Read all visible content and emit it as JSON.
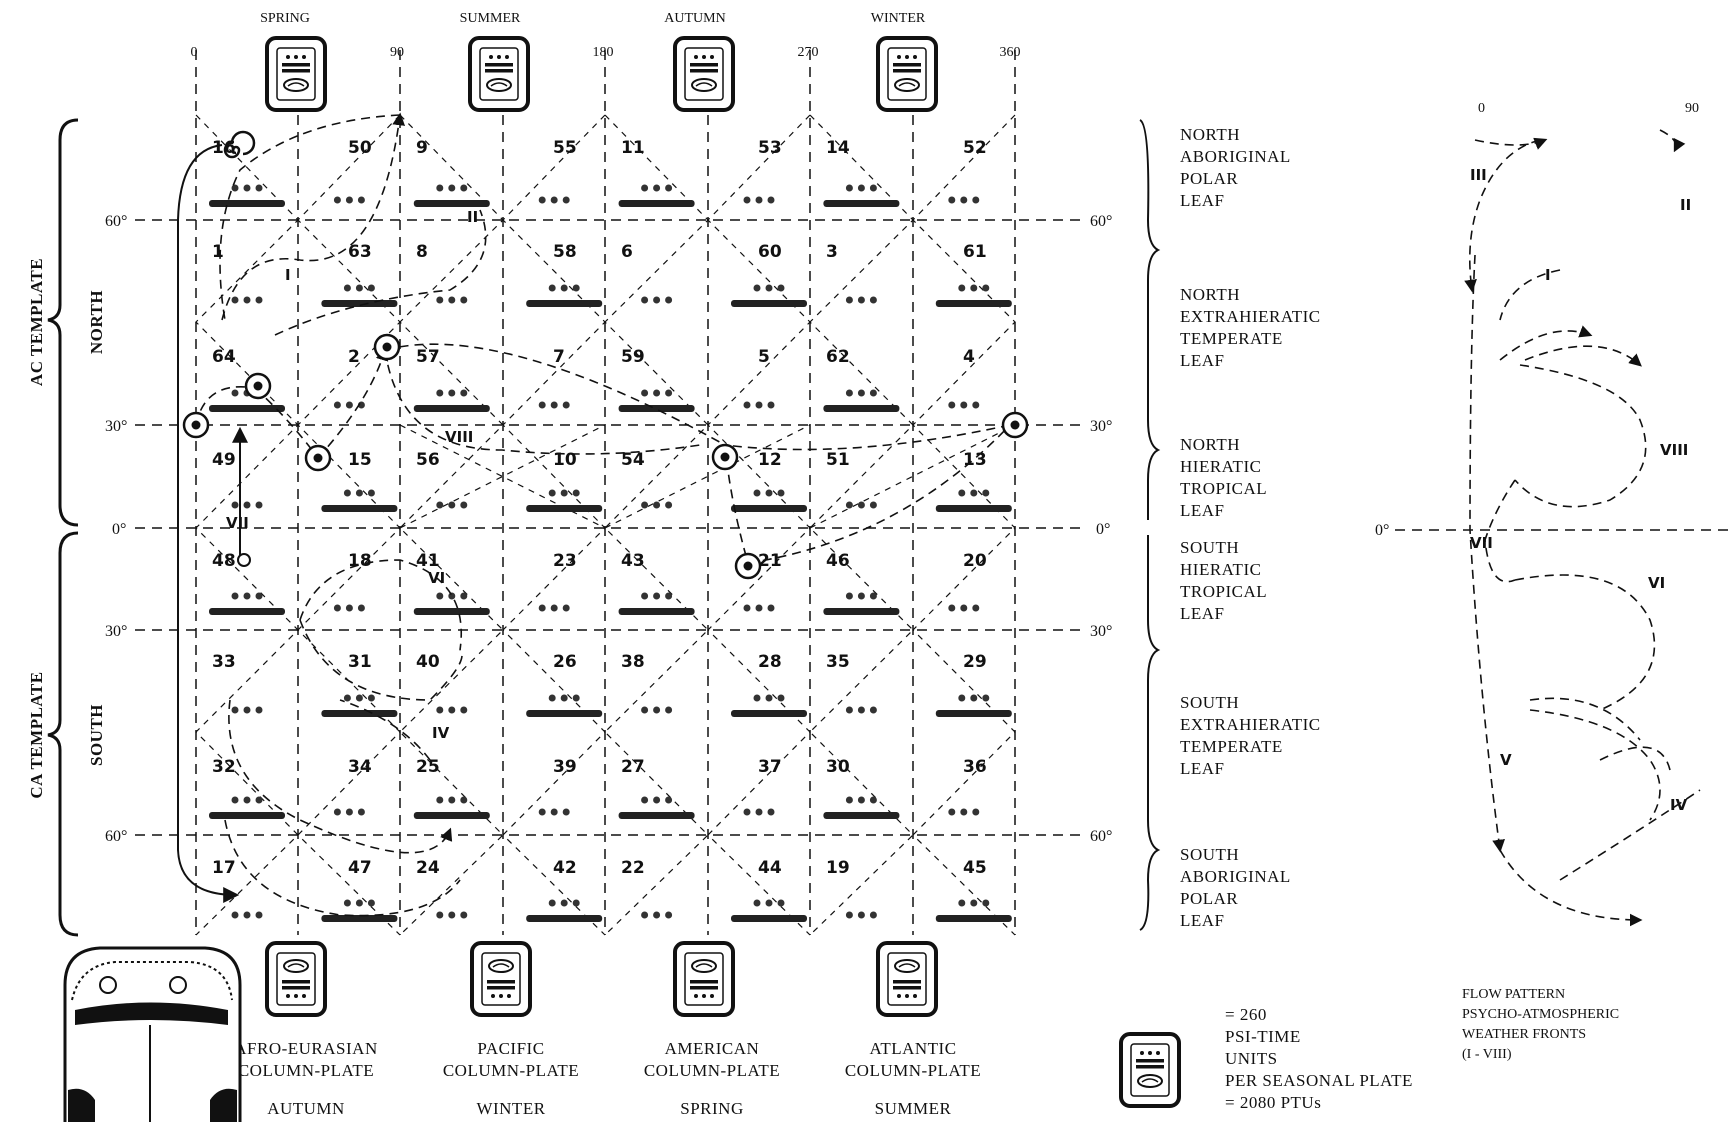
{
  "top_seasons": [
    "SPRING",
    "SUMMER",
    "AUTUMN",
    "WINTER"
  ],
  "top_degrees": [
    "0",
    "90",
    "180",
    "270",
    "360"
  ],
  "bottom_plates": [
    {
      "name_line1": "AFRO-EURASIAN",
      "name_line2": "COLUMN-PLATE",
      "season": "AUTUMN"
    },
    {
      "name_line1": "PACIFIC",
      "name_line2": "COLUMN-PLATE",
      "season": "WINTER"
    },
    {
      "name_line1": "AMERICAN",
      "name_line2": "COLUMN-PLATE",
      "season": "SPRING"
    },
    {
      "name_line1": "ATLANTIC",
      "name_line2": "COLUMN-PLATE",
      "season": "SUMMER"
    }
  ],
  "left_labels": {
    "ac_template": "AC TEMPLATE",
    "north": "NORTH",
    "ca_template": "CA TEMPLATE",
    "south": "SOUTH"
  },
  "latitude_labels_left": [
    "60°",
    "30°",
    "0°",
    "30°",
    "60°"
  ],
  "latitude_labels_right": [
    "60°",
    "30°",
    "0°",
    "30°",
    "60°"
  ],
  "leaves": [
    [
      "NORTH",
      "ABORIGINAL",
      "POLAR",
      "LEAF"
    ],
    [
      "NORTH",
      "EXTRAHIERATIC",
      "TEMPERATE",
      "LEAF"
    ],
    [
      "NORTH",
      "HIERATIC",
      "TROPICAL",
      "LEAF"
    ],
    [
      "SOUTH",
      "HIERATIC",
      "TROPICAL",
      "LEAF"
    ],
    [
      "SOUTH",
      "EXTRAHIERATIC",
      "TEMPERATE",
      "LEAF"
    ],
    [
      "SOUTH",
      "ABORIGINAL",
      "POLAR",
      "LEAF"
    ]
  ],
  "grid_numbers": [
    [
      "16",
      "50",
      "9",
      "55",
      "11",
      "53",
      "14",
      "52"
    ],
    [
      "1",
      "63",
      "8",
      "58",
      "6",
      "60",
      "3",
      "61"
    ],
    [
      "64",
      "2",
      "57",
      "7",
      "59",
      "5",
      "62",
      "4"
    ],
    [
      "49",
      "15",
      "56",
      "10",
      "54",
      "12",
      "51",
      "13"
    ],
    [
      "48",
      "18",
      "41",
      "23",
      "43",
      "21",
      "46",
      "20"
    ],
    [
      "33",
      "31",
      "40",
      "26",
      "38",
      "28",
      "35",
      "29"
    ],
    [
      "32",
      "34",
      "25",
      "39",
      "27",
      "37",
      "30",
      "36"
    ],
    [
      "17",
      "47",
      "24",
      "42",
      "22",
      "44",
      "19",
      "45"
    ]
  ],
  "roman_in_grid": [
    "I",
    "II",
    "VIII",
    "VII",
    "VI",
    "IV"
  ],
  "legend": {
    "line1": "= 260",
    "line2": "PSI-TIME",
    "line3": "UNITS",
    "line4": "PER SEASONAL PLATE",
    "line5": "= 2080 PTUs"
  },
  "flow_pattern": {
    "title_line1": "FLOW PATTERN",
    "title_line2": "PSYCHO-ATMOSPHERIC",
    "title_line3": "WEATHER FRONTS",
    "title_line4": "(I - VIII)",
    "axis_top_left": "0",
    "axis_top_right": "90",
    "axis_zero": "0°",
    "romans": [
      "III",
      "II",
      "I",
      "VIII",
      "VII",
      "VI",
      "V",
      "IV"
    ]
  },
  "icons": {
    "seasonal_plate_top": "glyph-bars-dots-eye-icon",
    "seasonal_plate_bottom": "glyph-eye-bars-dots-icon",
    "spiral": "spiral-icon",
    "target": "circled-dot-icon"
  }
}
